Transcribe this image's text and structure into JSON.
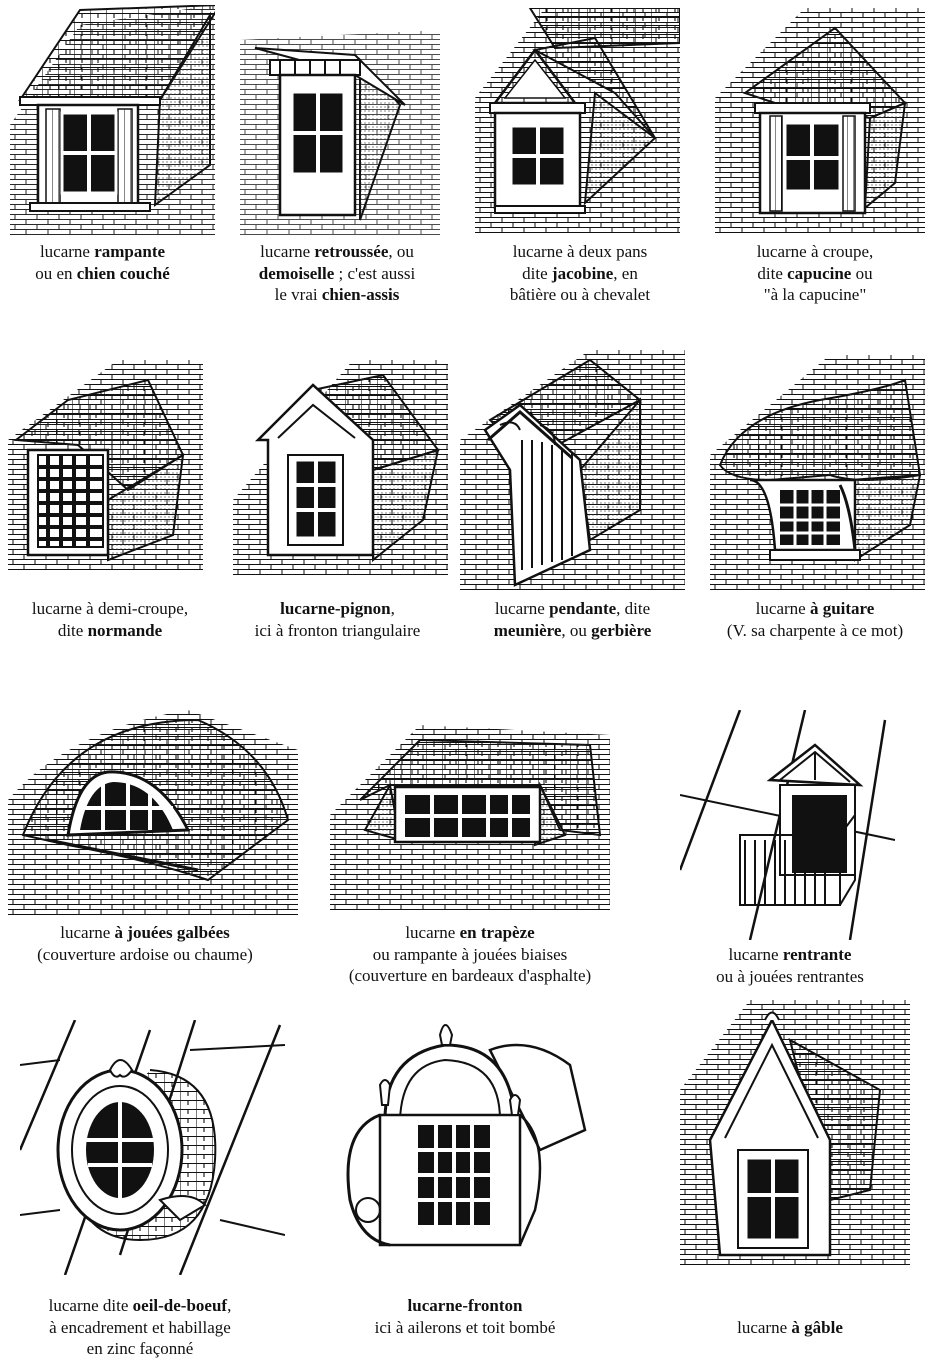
{
  "panels": [
    {
      "lines": [
        [
          [
            "lucarne ",
            0
          ],
          [
            "rampante",
            1
          ]
        ],
        [
          [
            "ou en ",
            0
          ],
          [
            "chien couché",
            1
          ]
        ]
      ]
    },
    {
      "lines": [
        [
          [
            "lucarne ",
            0
          ],
          [
            "retroussée",
            1
          ],
          [
            ", ou",
            0
          ]
        ],
        [
          [
            "demoiselle",
            1
          ],
          [
            " ; c'est aussi",
            0
          ]
        ],
        [
          [
            "le vrai ",
            0
          ],
          [
            "chien-assis",
            1
          ]
        ]
      ]
    },
    {
      "lines": [
        [
          [
            "lucarne à deux pans",
            0
          ]
        ],
        [
          [
            "dite ",
            0
          ],
          [
            "jacobine",
            1
          ],
          [
            ", en",
            0
          ]
        ],
        [
          [
            "bâtière ou à chevalet",
            0
          ]
        ]
      ]
    },
    {
      "lines": [
        [
          [
            "lucarne à croupe,",
            0
          ]
        ],
        [
          [
            "dite ",
            0
          ],
          [
            "capucine",
            1
          ],
          [
            " ou",
            0
          ]
        ],
        [
          [
            "\"à la capucine\"",
            0
          ]
        ]
      ]
    },
    {
      "lines": [
        [
          [
            "lucarne à demi-croupe,",
            0
          ]
        ],
        [
          [
            "dite ",
            0
          ],
          [
            "normande",
            1
          ]
        ]
      ]
    },
    {
      "lines": [
        [
          [
            "lucarne-pignon",
            1
          ],
          [
            ",",
            0
          ]
        ],
        [
          [
            "ici à fronton triangulaire",
            0
          ]
        ]
      ]
    },
    {
      "lines": [
        [
          [
            "lucarne ",
            0
          ],
          [
            "pendante",
            1
          ],
          [
            ", dite",
            0
          ]
        ],
        [
          [
            "meunière",
            1
          ],
          [
            ", ou ",
            0
          ],
          [
            "gerbière",
            1
          ]
        ]
      ]
    },
    {
      "lines": [
        [
          [
            "lucarne ",
            0
          ],
          [
            "à  guitare",
            1
          ]
        ],
        [
          [
            "(V. sa charpente à ce mot)",
            0
          ]
        ]
      ]
    },
    {
      "lines": [
        [
          [
            "lucarne ",
            0
          ],
          [
            "à jouées galbées",
            1
          ]
        ],
        [
          [
            "(couverture ardoise ou chaume)",
            0
          ]
        ]
      ]
    },
    {
      "lines": [
        [
          [
            "lucarne ",
            0
          ],
          [
            "en trapèze",
            1
          ]
        ],
        [
          [
            "ou rampante à jouées biaises",
            0
          ]
        ],
        [
          [
            "(couverture en bardeaux d'asphalte)",
            0
          ]
        ]
      ]
    },
    {
      "lines": [
        [
          [
            "lucarne ",
            0
          ],
          [
            "rentrante",
            1
          ]
        ],
        [
          [
            "ou à jouées rentrantes",
            0
          ]
        ]
      ]
    },
    {
      "lines": [
        [
          [
            "lucarne dite ",
            0
          ],
          [
            "oeil-de-boeuf",
            1
          ],
          [
            ",",
            0
          ]
        ],
        [
          [
            "à encadrement et habillage",
            0
          ]
        ],
        [
          [
            "en zinc façonné",
            0
          ]
        ]
      ]
    },
    {
      "lines": [
        [
          [
            "lucarne-fronton",
            1
          ]
        ],
        [
          [
            "ici à ailerons et toit bombé",
            0
          ]
        ]
      ]
    },
    {
      "lines": [
        [
          [
            "lucarne ",
            0
          ],
          [
            "à gâble",
            1
          ]
        ]
      ]
    }
  ]
}
